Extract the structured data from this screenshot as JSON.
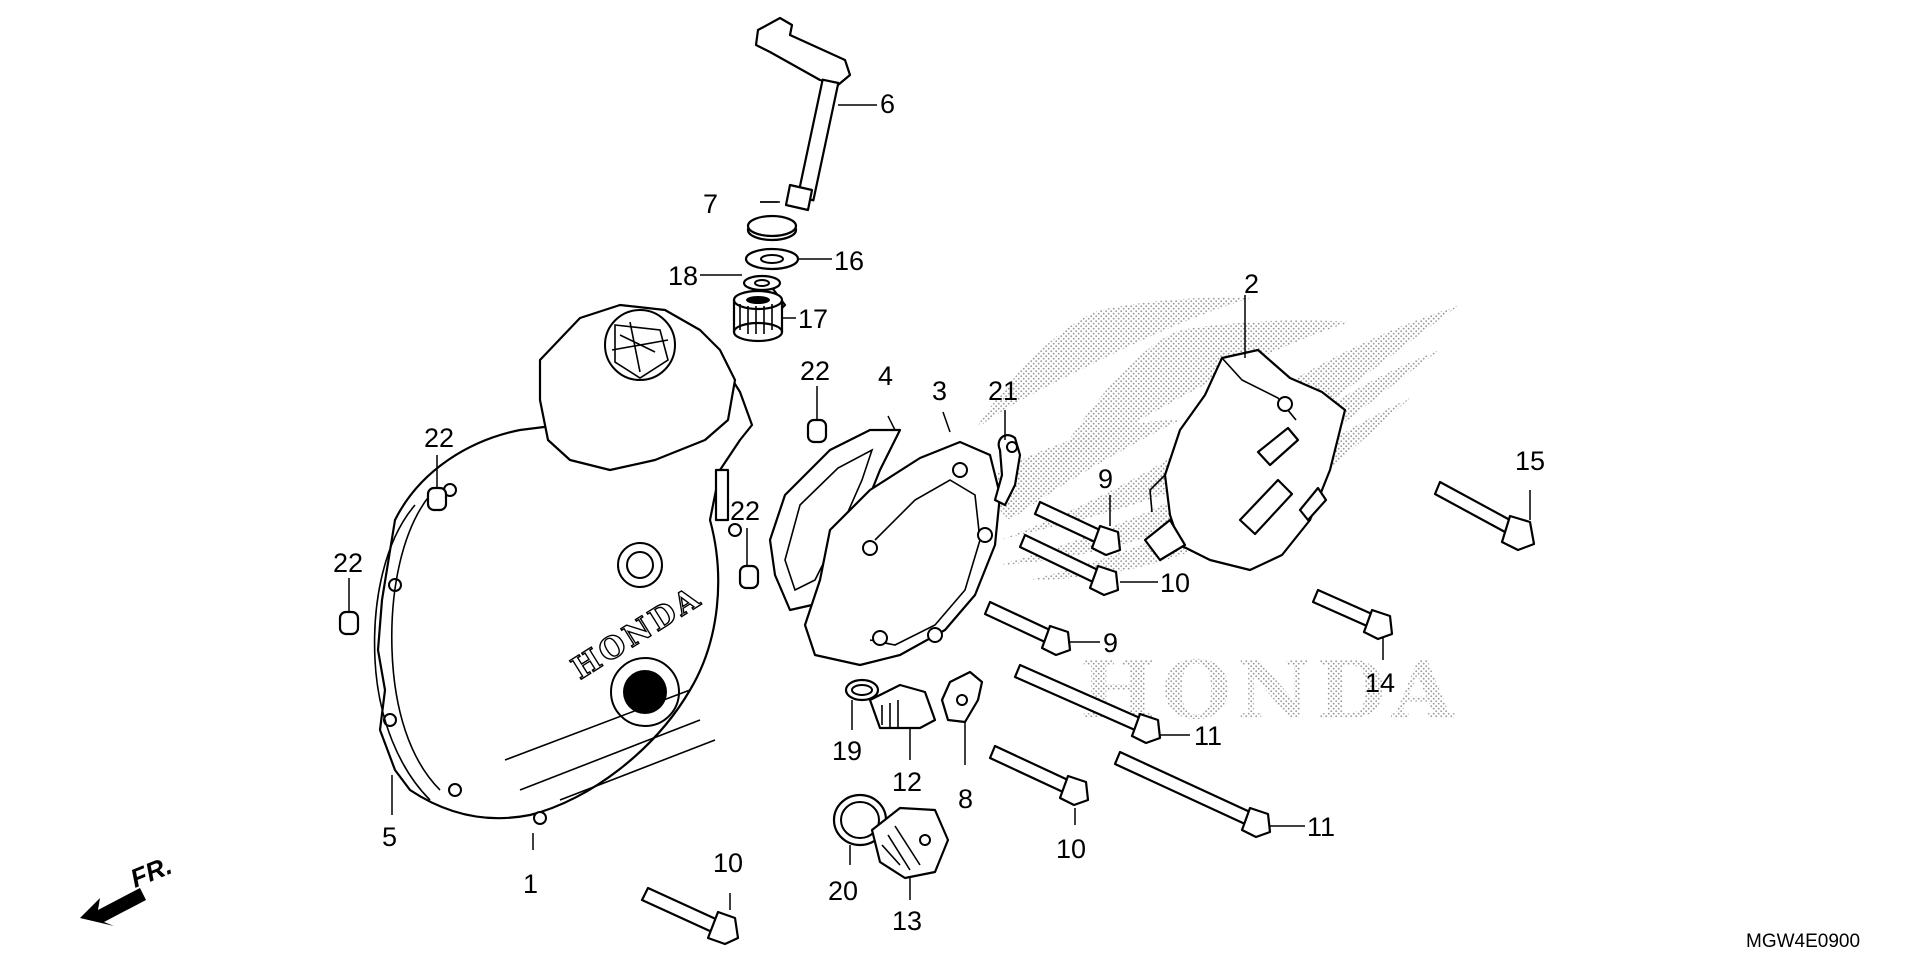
{
  "diagram": {
    "code": "MGW4E0900",
    "front_marker": "FR.",
    "watermark_text": "HONDA",
    "cover_text": "HONDA",
    "callouts": [
      {
        "id": "c1",
        "label": "1"
      },
      {
        "id": "c2",
        "label": "2"
      },
      {
        "id": "c3",
        "label": "3"
      },
      {
        "id": "c4",
        "label": "4"
      },
      {
        "id": "c5",
        "label": "5"
      },
      {
        "id": "c6",
        "label": "6"
      },
      {
        "id": "c7",
        "label": "7"
      },
      {
        "id": "c8",
        "label": "8"
      },
      {
        "id": "c9a",
        "label": "9"
      },
      {
        "id": "c9b",
        "label": "9"
      },
      {
        "id": "c10a",
        "label": "10"
      },
      {
        "id": "c10b",
        "label": "10"
      },
      {
        "id": "c10c",
        "label": "10"
      },
      {
        "id": "c11a",
        "label": "11"
      },
      {
        "id": "c11b",
        "label": "11"
      },
      {
        "id": "c12",
        "label": "12"
      },
      {
        "id": "c13",
        "label": "13"
      },
      {
        "id": "c14",
        "label": "14"
      },
      {
        "id": "c15",
        "label": "15"
      },
      {
        "id": "c16",
        "label": "16"
      },
      {
        "id": "c17",
        "label": "17"
      },
      {
        "id": "c18",
        "label": "18"
      },
      {
        "id": "c19",
        "label": "19"
      },
      {
        "id": "c20",
        "label": "20"
      },
      {
        "id": "c21",
        "label": "21"
      },
      {
        "id": "c22a",
        "label": "22"
      },
      {
        "id": "c22b",
        "label": "22"
      },
      {
        "id": "c22c",
        "label": "22"
      },
      {
        "id": "c22d",
        "label": "22"
      }
    ]
  }
}
